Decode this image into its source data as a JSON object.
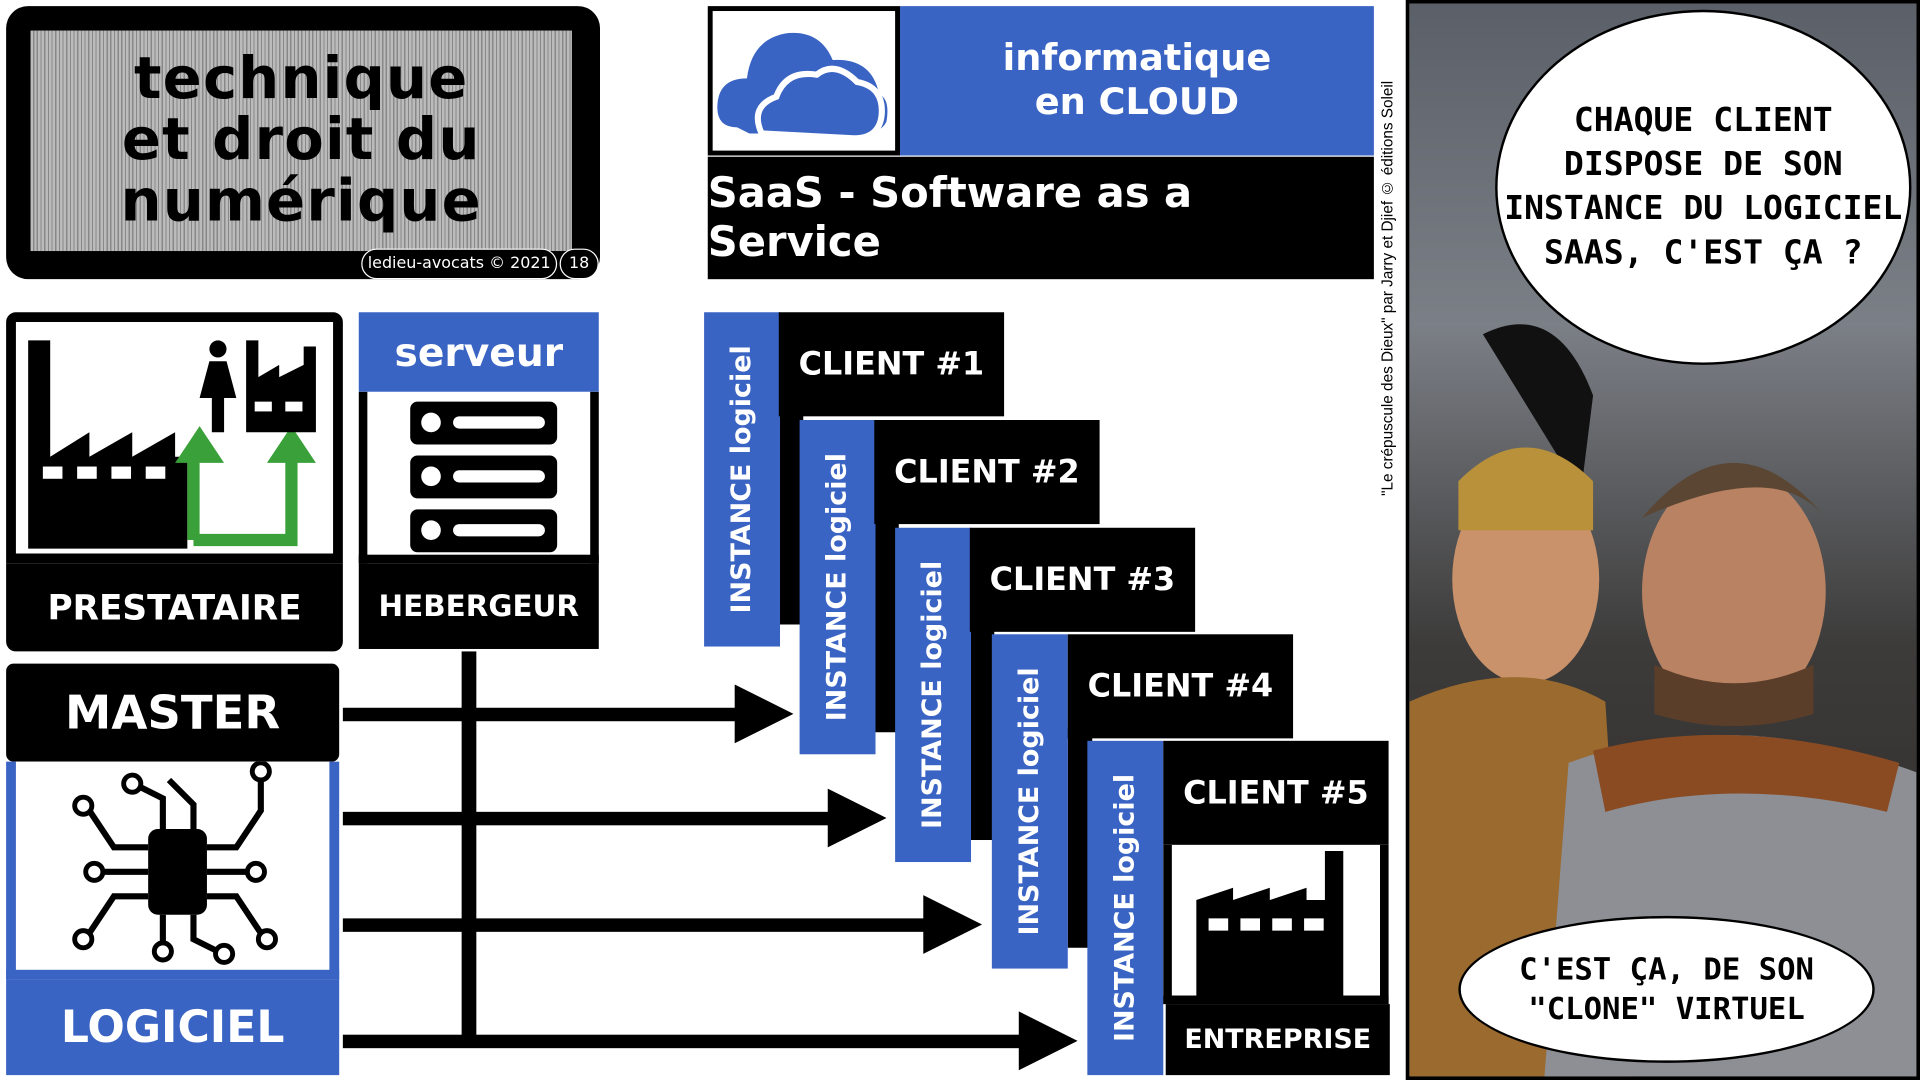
{
  "title": {
    "lines": [
      "technique",
      "et droit du",
      "numérique"
    ],
    "footer": "ledieu-avocats © 2021",
    "page": "18"
  },
  "cloud": {
    "line1": "informatique",
    "line2": "en CLOUD",
    "saas": "SaaS - Software as a Service"
  },
  "prestataire": {
    "label": "PRESTATAIRE"
  },
  "serveur": {
    "header": "serveur",
    "label": "HEBERGEUR"
  },
  "master": {
    "label": "MASTER"
  },
  "logiciel": {
    "label": "LOGICIEL"
  },
  "instances": [
    {
      "instance": "INSTANCE logiciel",
      "client": "CLIENT #1"
    },
    {
      "instance": "INSTANCE logiciel",
      "client": "CLIENT #2"
    },
    {
      "instance": "INSTANCE logiciel",
      "client": "CLIENT #3"
    },
    {
      "instance": "INSTANCE logiciel",
      "client": "CLIENT #4"
    },
    {
      "instance": "INSTANCE logiciel",
      "client": "CLIENT #5"
    }
  ],
  "entreprise": {
    "label": "ENTREPRISE"
  },
  "credit": "\"Le crépuscule des Dieux\"  par Jarry et Djief © éditions Soleil",
  "comic": {
    "bubble1": "CHAQUE CLIENT DISPOSE DE SON INSTANCE DU LOGICIEL SAAS, C'EST ÇA ?",
    "bubble2": "C'EST ÇA, DE SON \"CLONE\" VIRTUEL"
  },
  "colors": {
    "blue": "#3a64c4",
    "green": "#3aa13a"
  }
}
